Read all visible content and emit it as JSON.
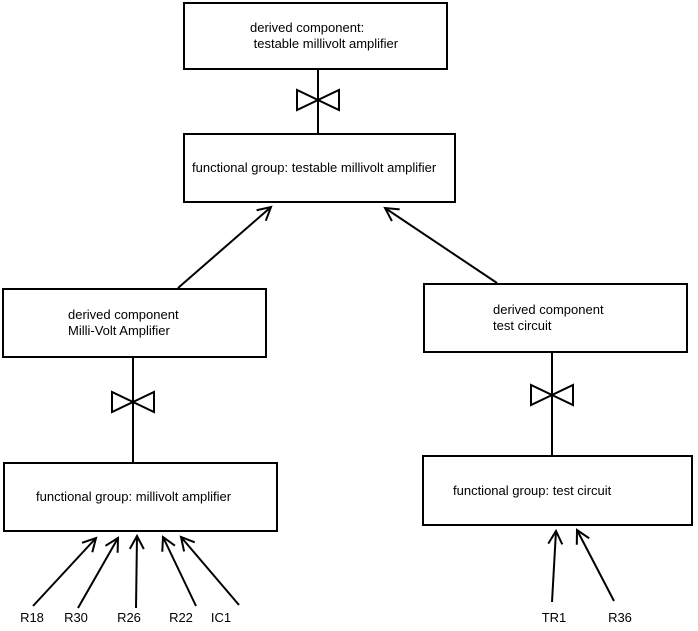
{
  "diagram": {
    "nodes": {
      "derived_testable": {
        "line1": "derived component:",
        "line2": " testable millivolt amplifier"
      },
      "functional_testable": {
        "label": "functional group: testable millivolt amplifier"
      },
      "derived_millivolt": {
        "line1": "derived component",
        "line2": "Milli-Volt Amplifier"
      },
      "functional_millivolt": {
        "label": "functional group: millivolt amplifier"
      },
      "derived_test": {
        "line1": "derived component",
        "line2": "test circuit"
      },
      "functional_test": {
        "label": "functional group: test circuit"
      }
    },
    "components": {
      "millivolt": [
        "R18",
        "R30",
        "R26",
        "R22",
        "IC1"
      ],
      "test": [
        "TR1",
        "R36"
      ]
    },
    "colors": {
      "stroke": "#000000",
      "background": "#ffffff"
    }
  }
}
